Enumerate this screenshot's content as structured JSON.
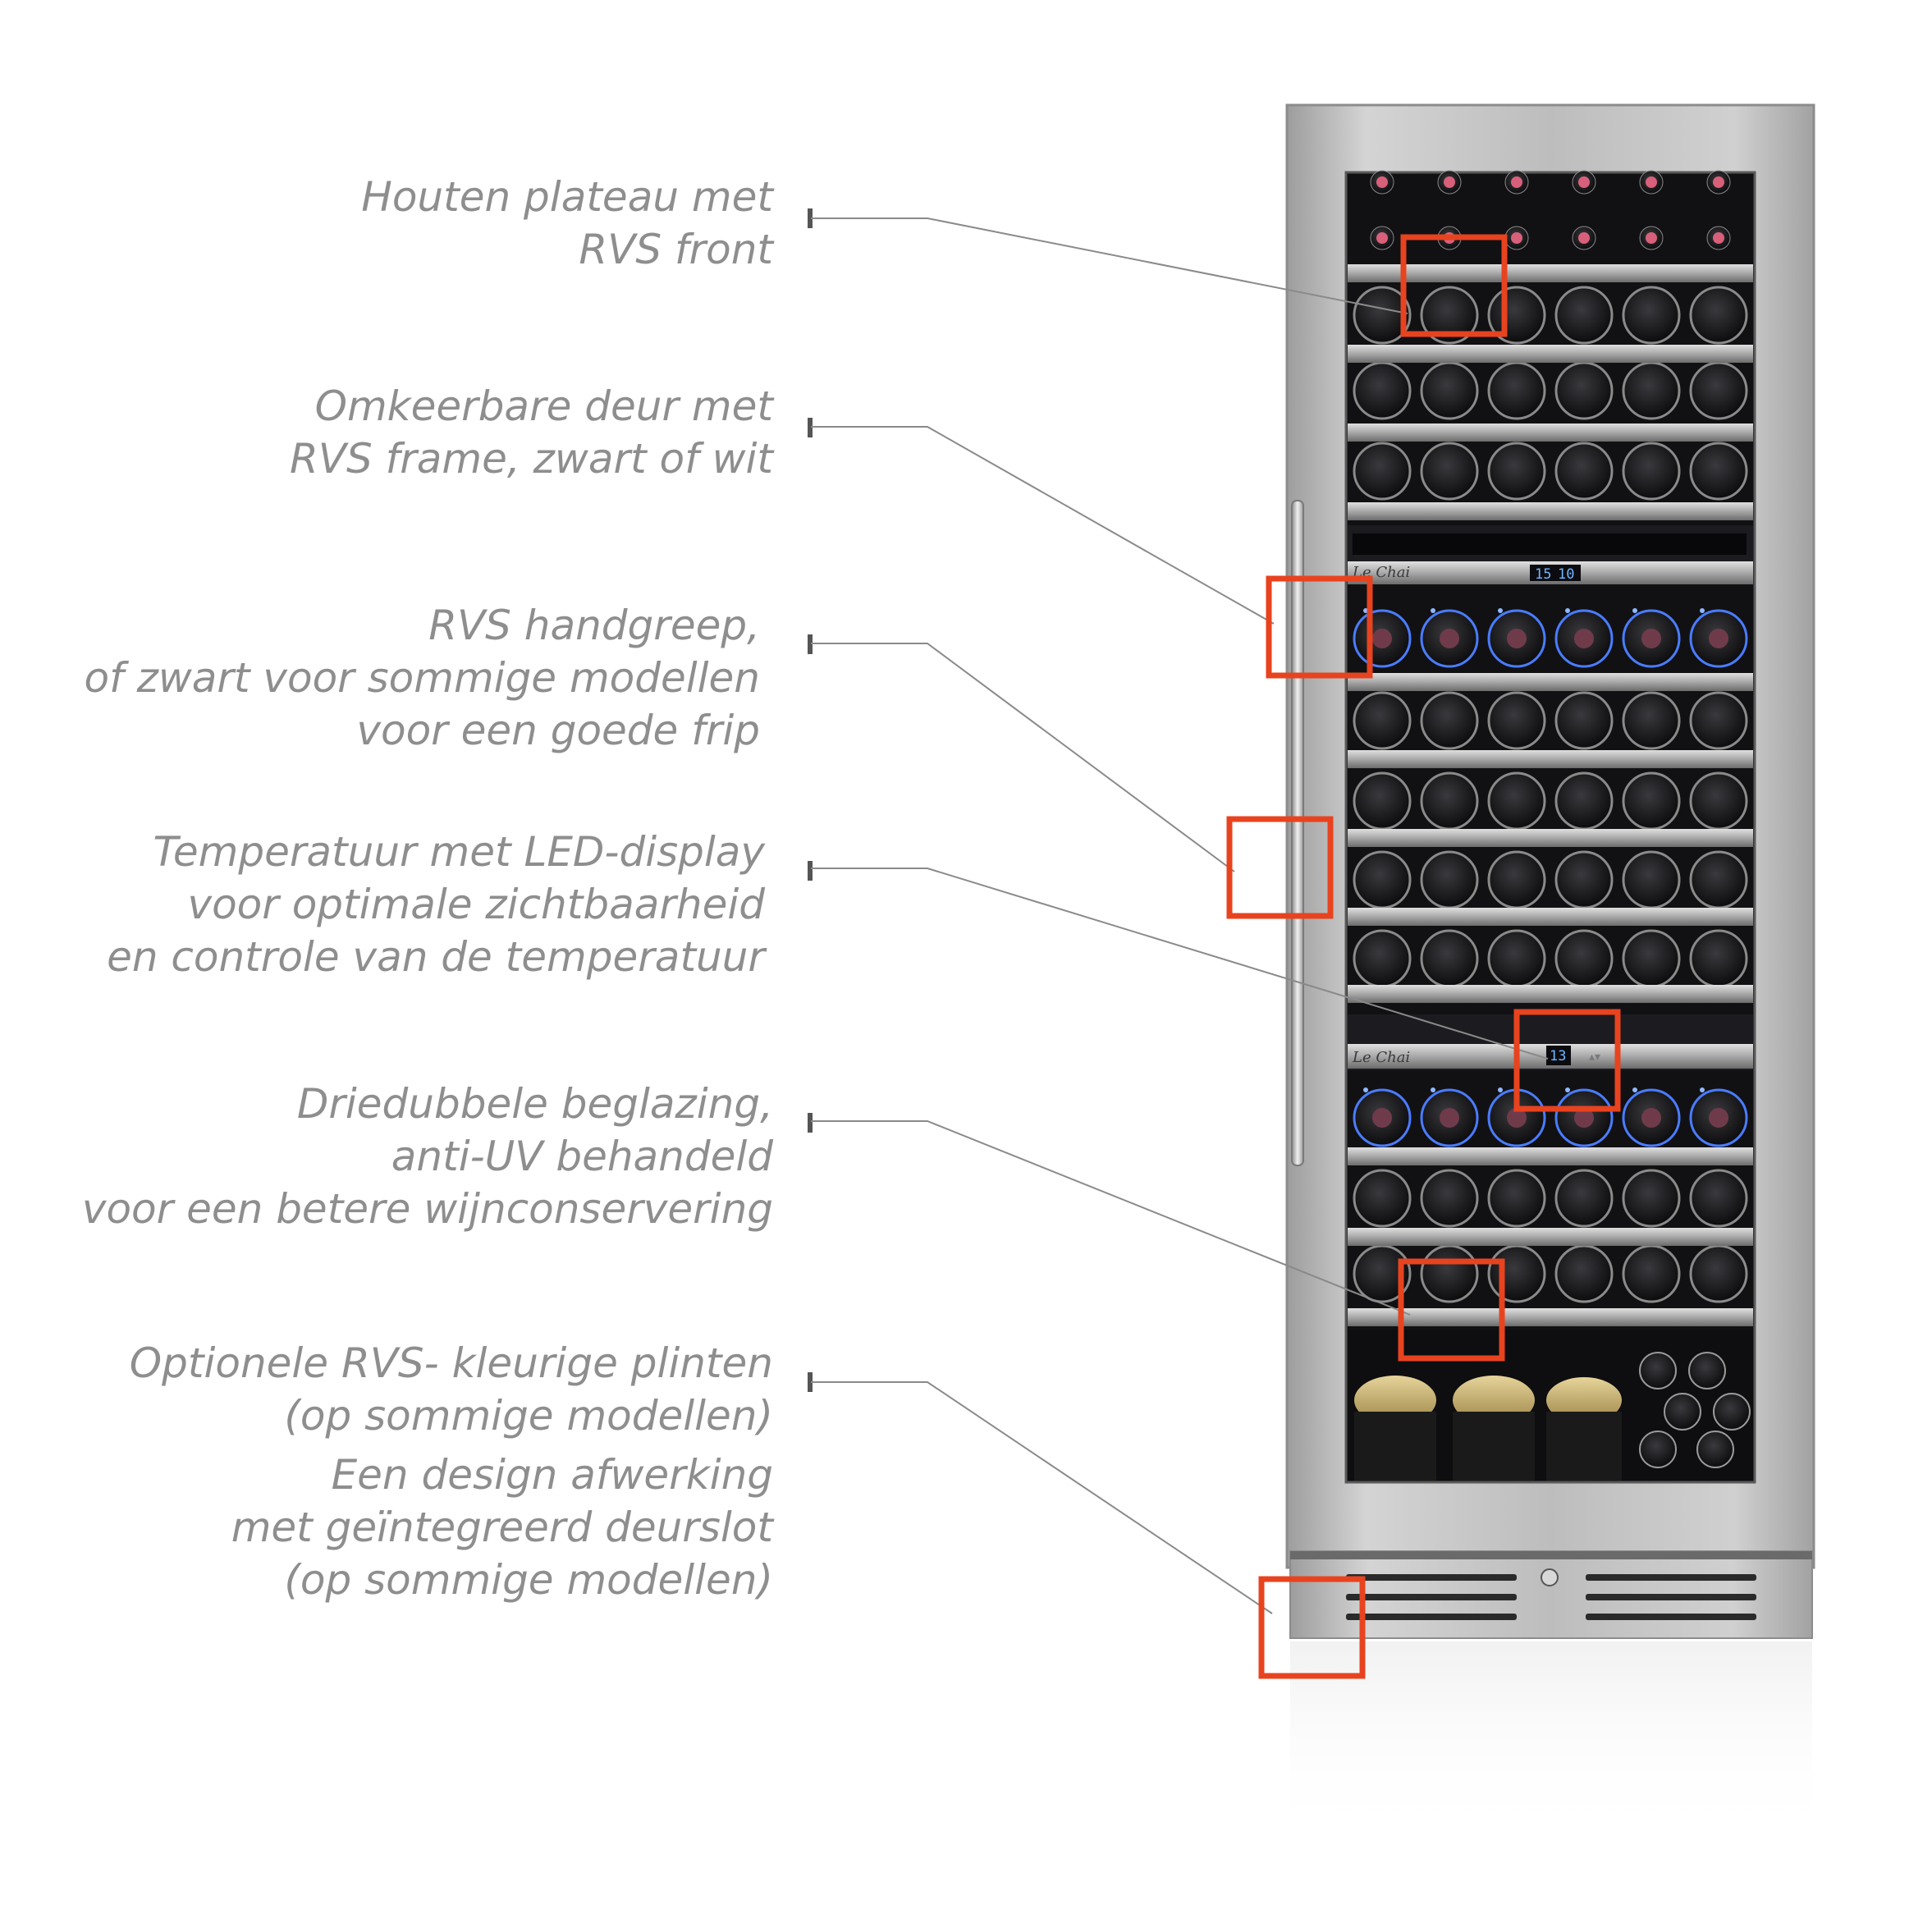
{
  "callouts": [
    {
      "lines": [
        "Houten plateau met",
        "RVS front"
      ]
    },
    {
      "lines": [
        "Omkeerbare deur met",
        "RVS frame, zwart of wit"
      ]
    },
    {
      "lines": [
        "RVS handgreep,",
        "of zwart voor sommige modellen",
        "voor een goede frip"
      ]
    },
    {
      "lines": [
        "Temperatuur met LED-display",
        "voor optimale zichtbaarheid",
        "en controle van de temperatuur"
      ]
    },
    {
      "lines": [
        "Driedubbele beglazing,",
        "anti-UV behandeld",
        "voor een betere wijnconservering"
      ]
    },
    {
      "lines": [
        "Optionele RVS- kleurige plinten",
        "(op sommige modellen)",
        "Een design afwerking",
        "met geïntegreerd deurslot",
        "(op sommige modellen)"
      ]
    }
  ],
  "display": {
    "upper_left": "15",
    "upper_right": "10",
    "lower": "13"
  },
  "brand": {
    "upper": "Le Chai",
    "lower": "Le Chai"
  },
  "colors": {
    "highlight": "#e8431f",
    "leader": "#8a8a8a",
    "text": "#8e8e8e",
    "steel": "#b9b9b9",
    "glass": "#111114"
  }
}
